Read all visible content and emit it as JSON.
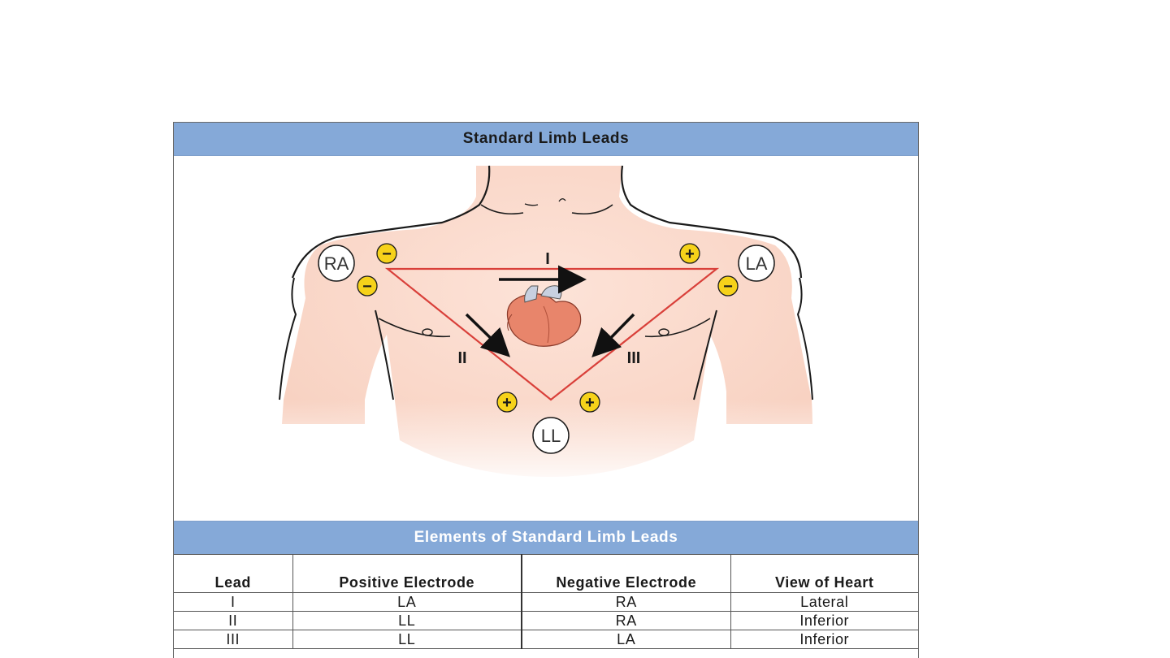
{
  "title": "Standard Limb Leads",
  "electrodes": {
    "ra": "RA",
    "la": "LA",
    "ll": "LL"
  },
  "signs": {
    "plus": "+",
    "minus": "−"
  },
  "lead_labels": {
    "i": "I",
    "ii": "II",
    "iii": "III"
  },
  "table": {
    "title": "Elements of Standard Limb Leads",
    "headers": [
      "Lead",
      "Positive Electrode",
      "Negative Electrode",
      "View of Heart"
    ],
    "rows": [
      [
        "I",
        "LA",
        "RA",
        "Lateral"
      ],
      [
        "II",
        "LL",
        "RA",
        "Inferior"
      ],
      [
        "III",
        "LL",
        "LA",
        "Inferior"
      ]
    ]
  },
  "colors": {
    "header_bar": "#85a9d8",
    "skin": "#fde0d4",
    "triangle": "#d9403a",
    "electrode_badge": "#f6d21a",
    "heart": "#e8856b"
  }
}
